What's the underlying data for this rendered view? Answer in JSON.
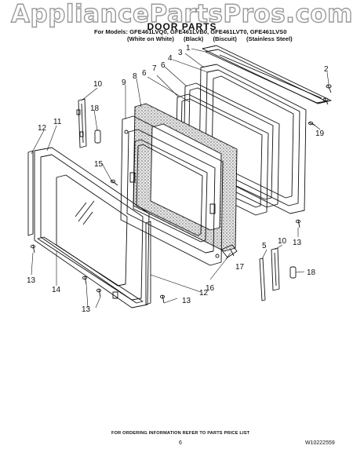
{
  "watermark": "AppliancePartsPros.com",
  "header": {
    "title": "DOOR PARTS",
    "models": "For Models: GFE461LVQ0, GFE461LVB0, GFE461LVT0, GFE461LVS0",
    "variants": [
      "(White on White)",
      "(Black)",
      "(Biscuit)",
      "(Stainless Steel)"
    ]
  },
  "callouts": [
    "1",
    "2",
    "3",
    "4",
    "5",
    "6",
    "6",
    "7",
    "8",
    "9",
    "10",
    "10",
    "11",
    "12",
    "12",
    "13",
    "13",
    "13",
    "13",
    "14",
    "15",
    "16",
    "17",
    "18",
    "18",
    "19"
  ],
  "footer": {
    "note": "FOR ORDERING INFORMATION REFER TO PARTS PRICE LIST",
    "page": "6",
    "doc_number": "W10222559"
  },
  "colors": {
    "line": "#111111",
    "insulation": "#c8c8c8",
    "watermark_outline": "#9a9a9a"
  }
}
